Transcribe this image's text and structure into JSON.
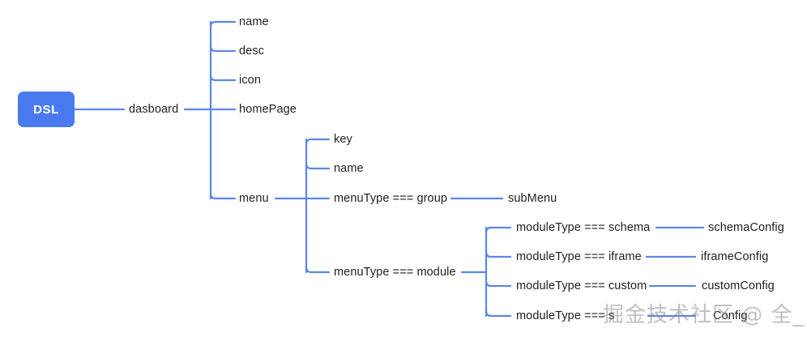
{
  "diagram": {
    "type": "tree",
    "root": {
      "label": "DSL",
      "shape": "rounded-rect",
      "fill": "#4a7af0",
      "text_color": "#ffffff"
    },
    "line_color": "#5b86ec",
    "background": "#ffffff",
    "text_color": "#1f1f1f"
  },
  "nodes": {
    "dasboard": "dasboard",
    "name1": "name",
    "desc": "desc",
    "icon": "icon",
    "homePage": "homePage",
    "menu": "menu",
    "key": "key",
    "name2": "name",
    "menuTypeGroup": "menuType === group",
    "subMenu": "subMenu",
    "menuTypeModule": "menuType === module",
    "moduleTypeSchema": "moduleType === schema",
    "schemaConfig": "schemaConfig",
    "moduleTypeIframe": "moduleType === iframe",
    "iframeConfig": "iframeConfig",
    "moduleTypeCustom": "moduleType === custom",
    "customConfig": "customConfig",
    "moduleTypeSub": "moduleType === s",
    "subConfig": "Config"
  },
  "watermark": {
    "text": "掘金技术社区 @ 全_"
  }
}
